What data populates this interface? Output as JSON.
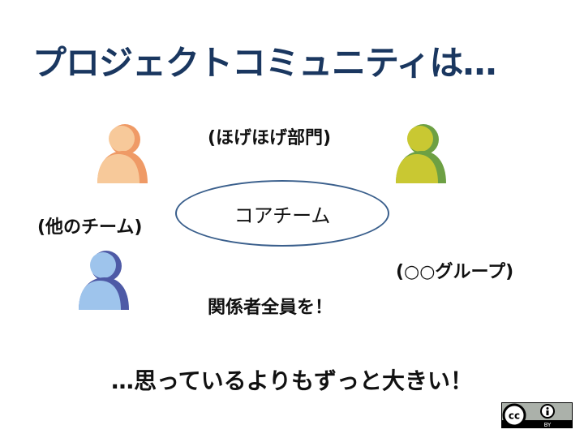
{
  "slide": {
    "title": "プロジェクトコミュニティは…",
    "labels": {
      "top": "(ほげほげ部門)",
      "left": "(他のチーム)",
      "center": "コアチーム",
      "right": "(○○グループ)",
      "middle_bottom": "関係者全員を！"
    },
    "bottom_text": "…思っているよりもずっと大きい！",
    "people": [
      {
        "name": "orange-person-icon",
        "fill": "#f7c99a",
        "shadow": "#ef9a66"
      },
      {
        "name": "green-person-icon",
        "fill": "#c9c832",
        "shadow": "#6da043"
      },
      {
        "name": "blue-person-icon",
        "fill": "#9ec4ec",
        "shadow": "#4e5aa6"
      }
    ],
    "license_badge": {
      "cc": "cc",
      "by": "BY"
    },
    "colors": {
      "title": "#1a3760",
      "ellipse_border": "#3a5f8c"
    }
  }
}
